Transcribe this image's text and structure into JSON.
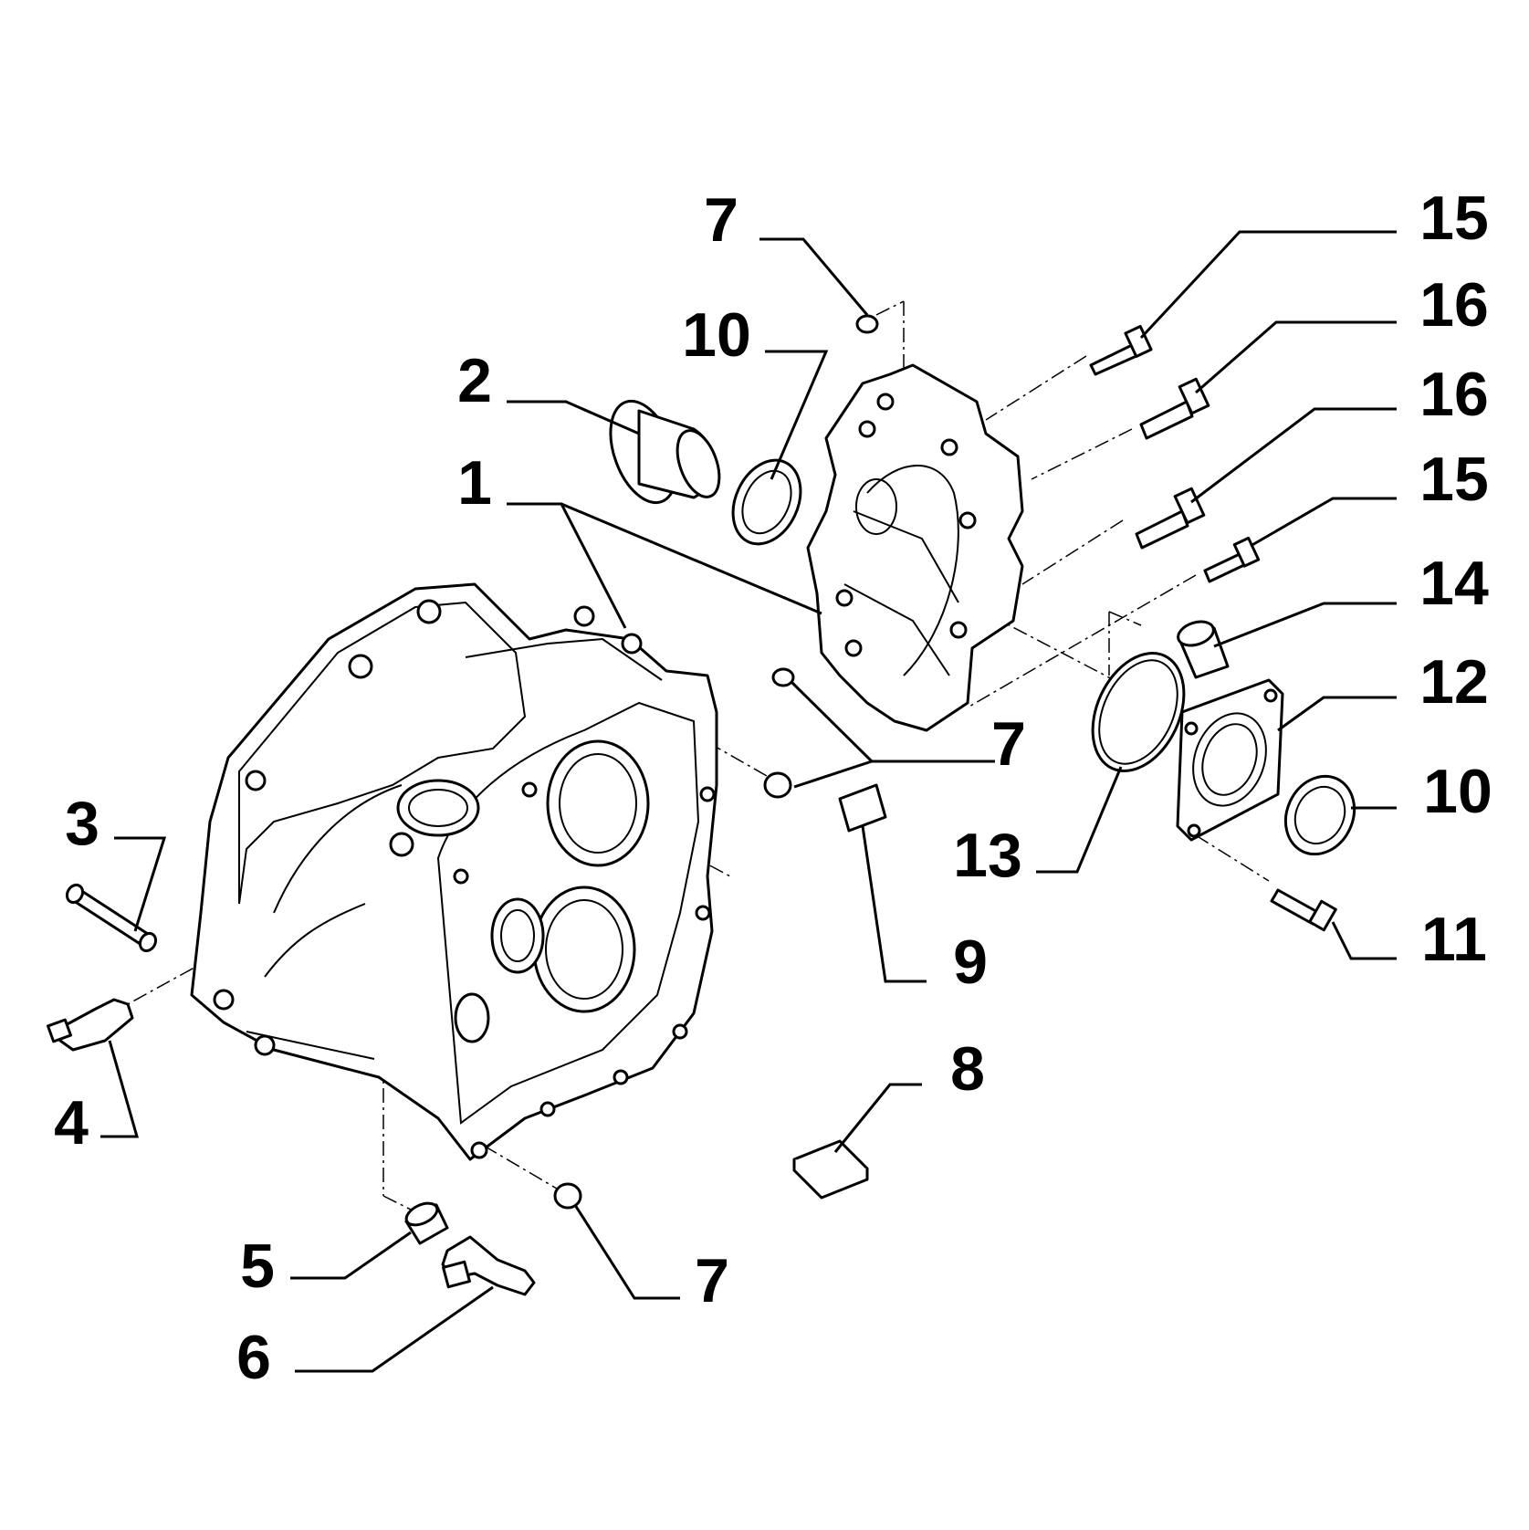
{
  "diagram": {
    "callouts": [
      {
        "id": "c7a",
        "number": "7"
      },
      {
        "id": "c15a",
        "number": "15"
      },
      {
        "id": "c16a",
        "number": "16"
      },
      {
        "id": "c10a",
        "number": "10"
      },
      {
        "id": "c2",
        "number": "2"
      },
      {
        "id": "c16b",
        "number": "16"
      },
      {
        "id": "c1",
        "number": "1"
      },
      {
        "id": "c15b",
        "number": "15"
      },
      {
        "id": "c14",
        "number": "14"
      },
      {
        "id": "c12",
        "number": "12"
      },
      {
        "id": "c7b",
        "number": "7"
      },
      {
        "id": "c10b",
        "number": "10"
      },
      {
        "id": "c3",
        "number": "3"
      },
      {
        "id": "c13",
        "number": "13"
      },
      {
        "id": "c9",
        "number": "9"
      },
      {
        "id": "c11",
        "number": "11"
      },
      {
        "id": "c4",
        "number": "4"
      },
      {
        "id": "c8",
        "number": "8"
      },
      {
        "id": "c5",
        "number": "5"
      },
      {
        "id": "c7c",
        "number": "7"
      },
      {
        "id": "c6",
        "number": "6"
      }
    ]
  }
}
